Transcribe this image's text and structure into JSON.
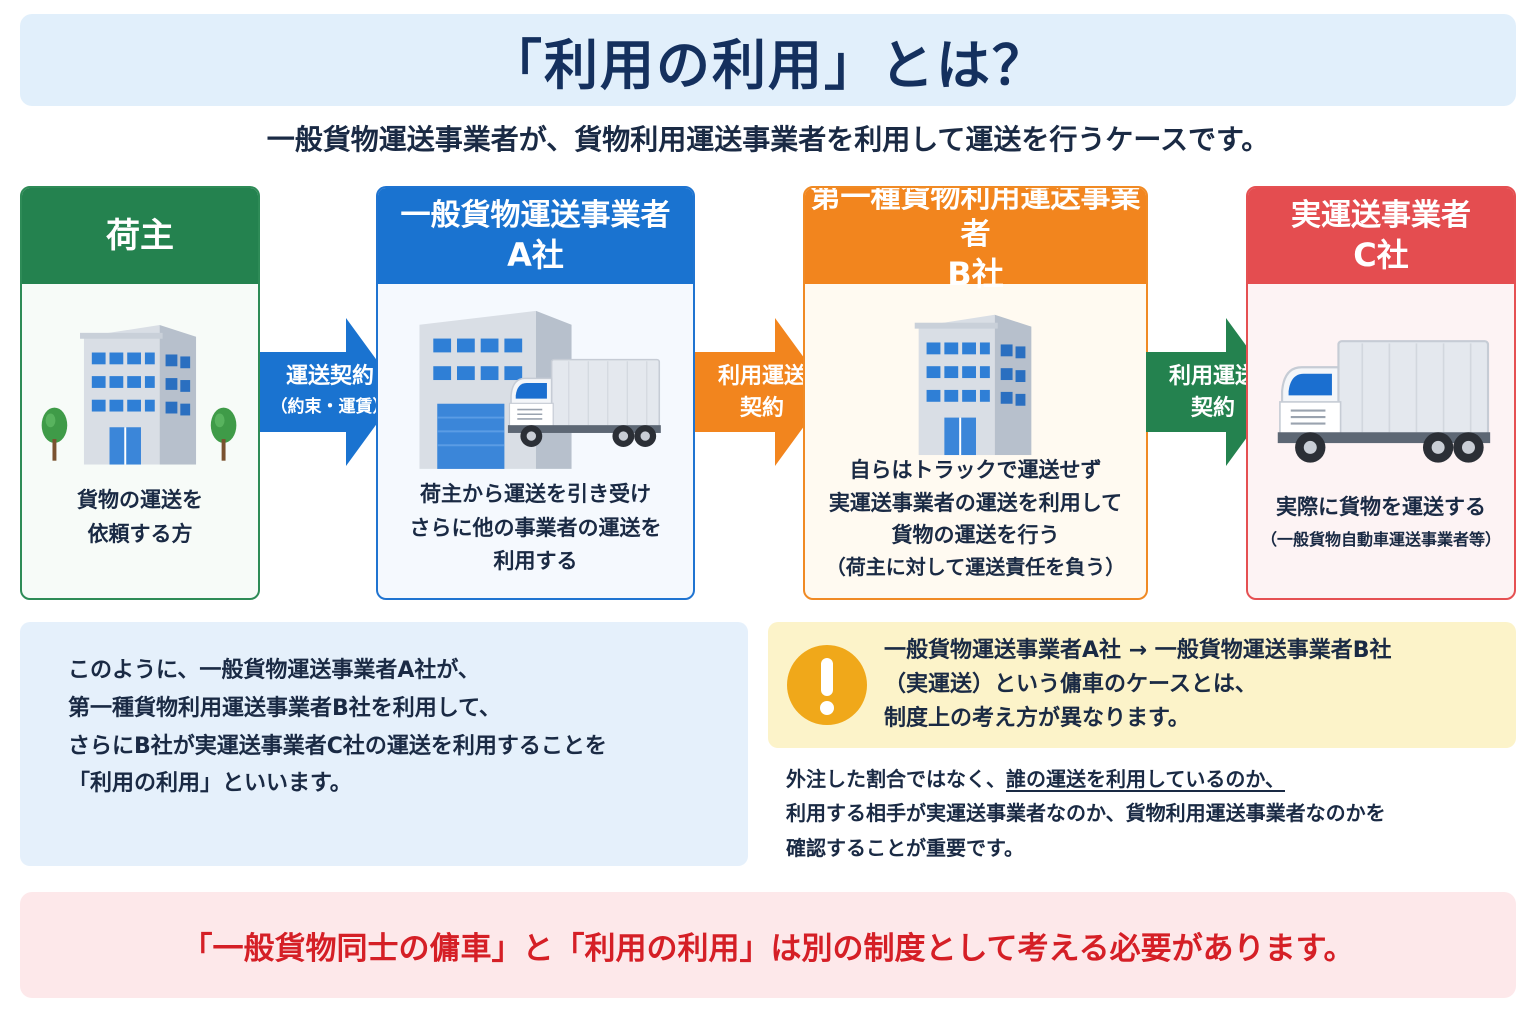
{
  "title": "「利用の利用」とは？",
  "subtitle": "一般貨物運送事業者が、貨物利用運送事業者を利用して運送を行うケースです。",
  "cards": [
    {
      "id": "shipper",
      "heading_line1": "荷主",
      "heading_line2": "",
      "desc_lines": [
        "貨物の運送を",
        "依頼する方"
      ],
      "sub_line": "",
      "color": "#24824f",
      "illustration": "office-building-with-trees"
    },
    {
      "id": "company-a",
      "heading_line1": "一般貨物運送事業者",
      "heading_line2": "A社",
      "desc_lines": [
        "荷主から運送を引き受け",
        "さらに他の事業者の運送を",
        "利用する"
      ],
      "sub_line": "",
      "color": "#1a73d0",
      "illustration": "warehouse-with-truck"
    },
    {
      "id": "company-b",
      "heading_line1": "第一種貨物利用運送事業者",
      "heading_line2": "B社",
      "desc_lines": [
        "自らはトラックで運送せず",
        "実運送事業者の運送を利用して",
        "貨物の運送を行う"
      ],
      "sub_line": "（荷主に対して運送責任を負う）",
      "color": "#f2851e",
      "illustration": "office-building"
    },
    {
      "id": "company-c",
      "heading_line1": "実運送事業者",
      "heading_line2": "C社",
      "desc_lines": [
        "実際に貨物を運送する"
      ],
      "sub_line": "（一般貨物自動車運送事業者等）",
      "color": "#e44d50",
      "illustration": "box-truck"
    }
  ],
  "arrows": [
    {
      "line1": "運送契約",
      "line2": "（約束・運賃）",
      "color": "#1a73d0"
    },
    {
      "line1": "利用運送",
      "line2": "契約",
      "color": "#f2851e"
    },
    {
      "line1": "利用運送",
      "line2": "契約",
      "color": "#24824f"
    }
  ],
  "summary": {
    "lines": [
      "このように、一般貨物運送事業者A社が、",
      "第一種貨物利用運送事業者B社を利用して、",
      "さらにB社が実運送事業者C社の運送を利用することを",
      "「利用の利用」といいます。"
    ]
  },
  "warning": {
    "icon": "exclamation-icon",
    "lines": [
      "一般貨物運送事業者A社 → 一般貨物運送事業者B社",
      "（実運送）という傭車のケースとは、",
      "制度上の考え方が異なります。"
    ]
  },
  "note": {
    "line1_plain": "外注した割合ではなく、",
    "line1_underlined": "誰の運送を利用しているのか、",
    "line2": "利用する相手が実運送事業者なのか、貨物利用運送事業者なのかを",
    "line3": "確認することが重要です。"
  },
  "conclusion": "「一般貨物同士の傭車」と「利用の利用」は別の制度として考える必要があります。"
}
